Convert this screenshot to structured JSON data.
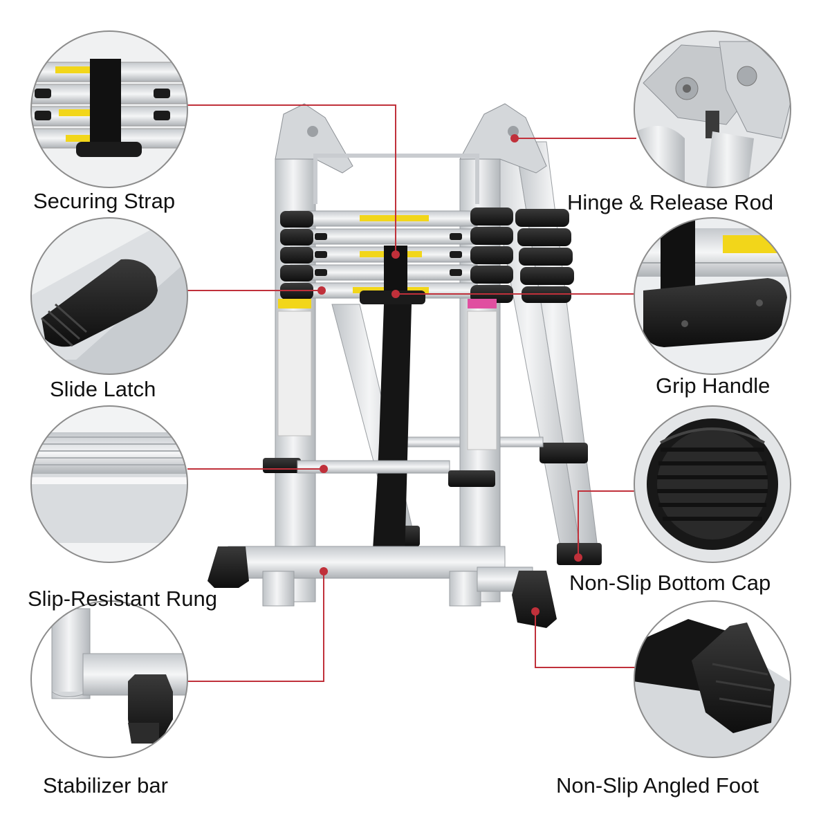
{
  "features": {
    "securing_strap": "Securing Strap",
    "slide_latch": "Slide Latch",
    "slip_resistant_rung": "Slip-Resistant Rung",
    "stabilizer_bar": "Stabilizer bar",
    "hinge_release_rod": "Hinge & Release Rod",
    "grip_handle": "Grip Handle",
    "non_slip_bottom_cap": "Non-Slip Bottom Cap",
    "non_slip_angled_foot": "Non-Slip Angled Foot"
  },
  "colors": {
    "callout_line": "#c0303a",
    "aluminum": "#d7dadd",
    "rubber": "#1b1b1b",
    "warning_sticker": "#f2d61a",
    "circle_border": "#8c8c8c"
  },
  "icons": [
    "securing-strap-closeup",
    "slide-latch-closeup",
    "rung-closeup",
    "stabilizer-bar-closeup",
    "hinge-closeup",
    "grip-handle-closeup",
    "bottom-cap-closeup",
    "angled-foot-closeup",
    "telescopic-ladder"
  ]
}
